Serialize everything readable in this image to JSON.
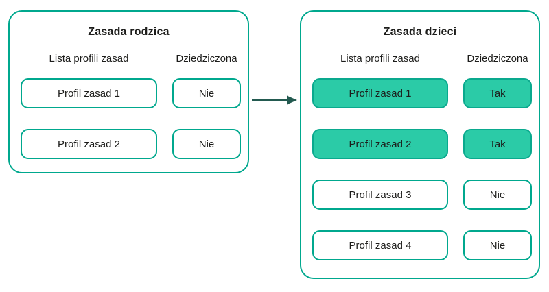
{
  "parent_box": {
    "title": "Zasada rodzica",
    "col1_header": "Lista profili zasad",
    "col2_header": "Dziedziczona",
    "rows": [
      {
        "profile": "Profil zasad 1",
        "inherited": "Nie",
        "highlighted": false
      },
      {
        "profile": "Profil zasad 2",
        "inherited": "Nie",
        "highlighted": false
      }
    ]
  },
  "child_box": {
    "title": "Zasada dzieci",
    "col1_header": "Lista profili zasad",
    "col2_header": "Dziedziczona",
    "rows": [
      {
        "profile": "Profil zasad 1",
        "inherited": "Tak",
        "highlighted": true
      },
      {
        "profile": "Profil zasad 2",
        "inherited": "Tak",
        "highlighted": true
      },
      {
        "profile": "Profil zasad 3",
        "inherited": "Nie",
        "highlighted": false
      },
      {
        "profile": "Profil zasad 4",
        "inherited": "Nie",
        "highlighted": false
      }
    ]
  },
  "arrow": {
    "icon": "arrow-right-icon",
    "direction": "right"
  },
  "colors": {
    "outline": "#00a88e",
    "highlight_fill": "#2bcba7",
    "highlight_border": "#0aa98e",
    "arrow": "#235a50",
    "text": "#1d1d1b",
    "background": "#ffffff"
  }
}
